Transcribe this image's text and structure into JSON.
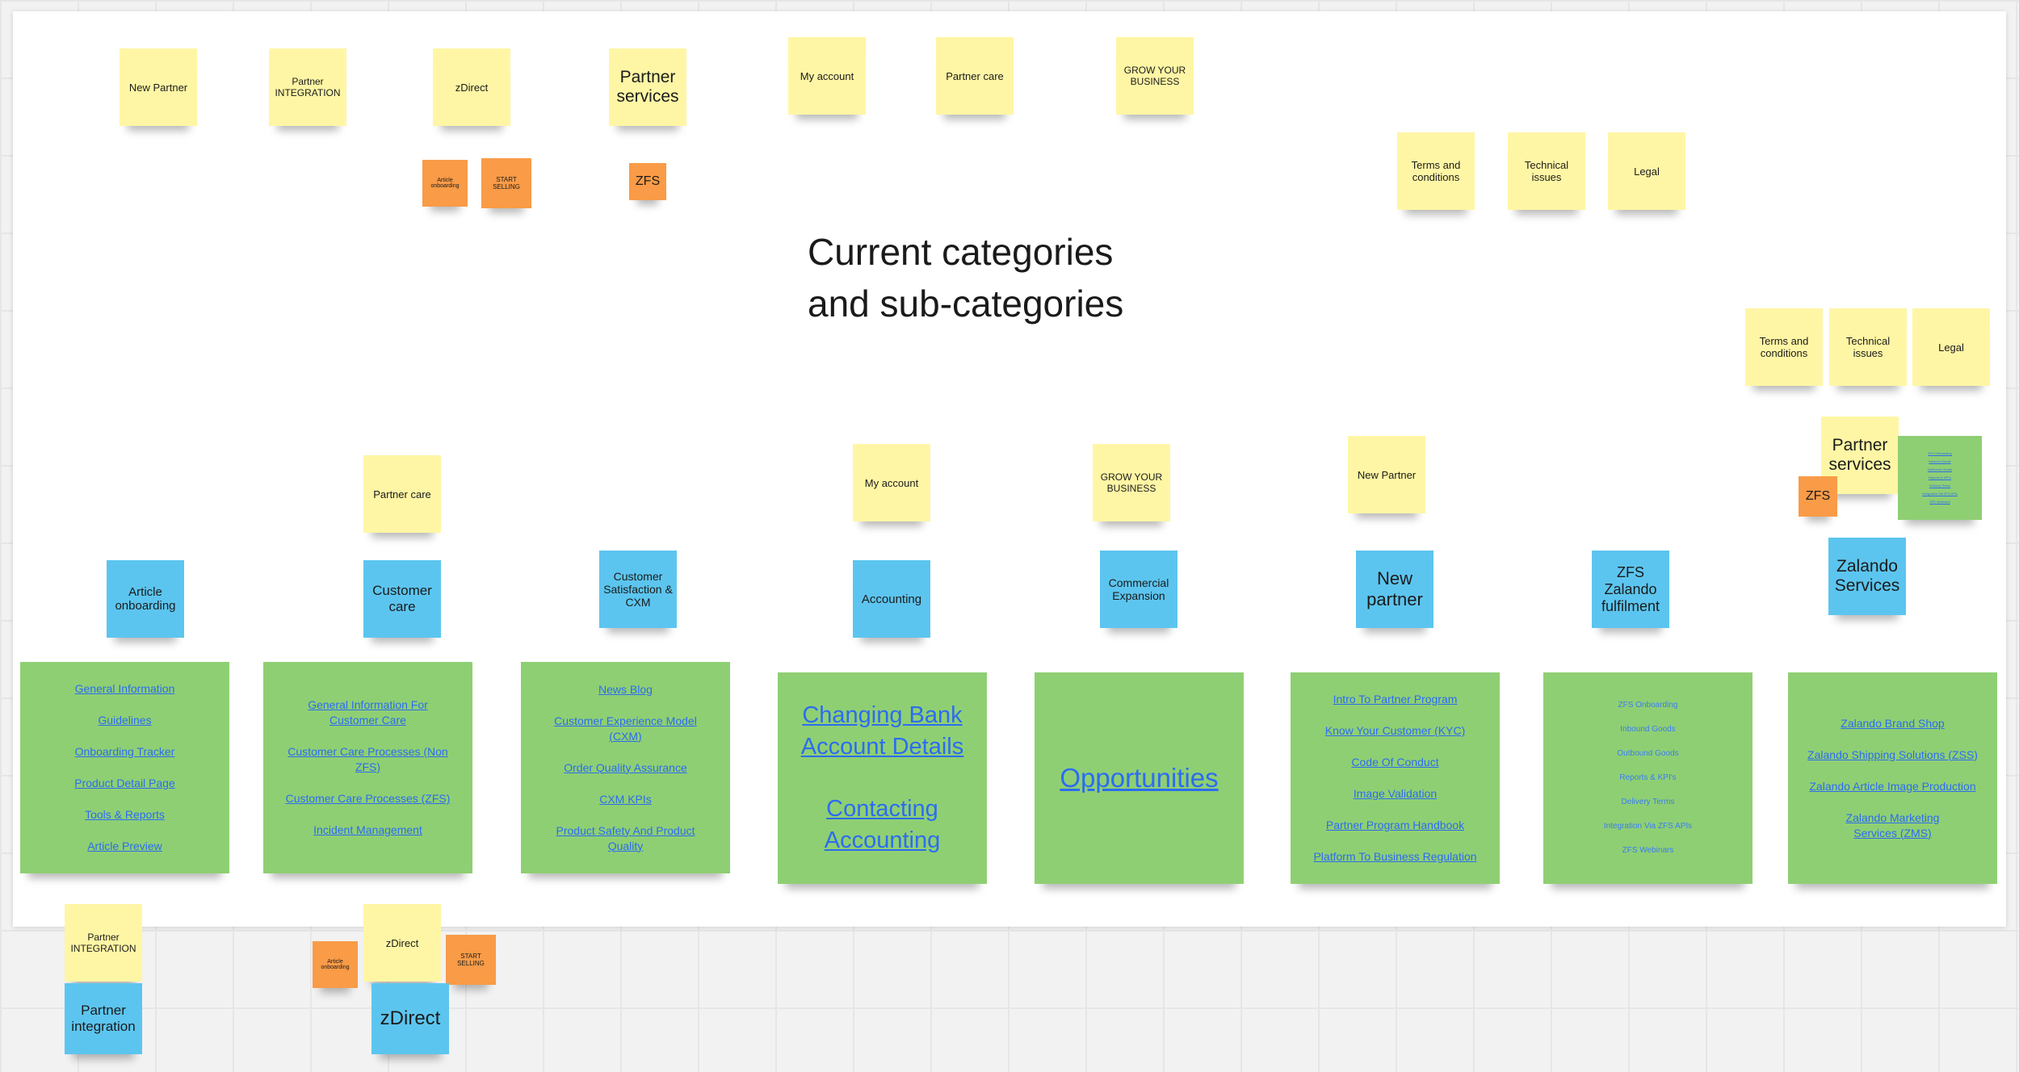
{
  "board": {
    "title_line1": "Current categories",
    "title_line2": "and sub-categories"
  },
  "colors": {
    "yellow": "#fff6a5",
    "orange": "#f99b47",
    "blue": "#5cc5ef",
    "green": "#8fcf73",
    "link": "#2b6df0"
  },
  "notes": {
    "top_new_partner": "New Partner",
    "top_partner_integration": "Partner INTEGRATION",
    "top_zdirect": "zDirect",
    "top_partner_services": "Partner services",
    "top_my_account": "My account",
    "top_partner_care": "Partner care",
    "top_grow_your_business": "GROW YOUR BUSINESS",
    "top_article_onboarding": "Article onboarding",
    "top_start_selling": "START SELLING",
    "top_zfs": "ZFS",
    "tr_terms": "Terms and conditions",
    "tr_technical": "Technical issues",
    "tr_legal": "Legal",
    "r_terms": "Terms and conditions",
    "r_technical": "Technical issues",
    "r_legal": "Legal",
    "r_partner_services": "Partner services",
    "r_zfs": "ZFS",
    "mid_partner_care": "Partner care",
    "mid_my_account": "My account",
    "mid_grow_your_business": "GROW YOUR BUSINESS",
    "mid_new_partner": "New Partner",
    "bot_partner_integration": "Partner INTEGRATION",
    "bot_zdirect_small": "zDirect",
    "bot_article_onboarding": "Article onboarding",
    "bot_start_selling": "START SELLING"
  },
  "categories": {
    "article_onboarding": "Article onboarding",
    "customer_care": "Customer care",
    "customer_satisfaction": "Customer Satisfaction & CXM",
    "accounting": "Accounting",
    "commercial_expansion": "Commercial Expansion",
    "new_partner": "New partner",
    "zfs": "ZFS Zalando fulfilment",
    "zalando_services": "Zalando Services",
    "partner_integration": "Partner integration",
    "zdirect": "zDirect"
  },
  "subcategories": {
    "article_onboarding": [
      "General Information",
      "Guidelines",
      "Onboarding Tracker",
      "Product Detail Page",
      "Tools & Reports",
      "Article Preview"
    ],
    "customer_care": [
      "General Information For Customer Care",
      "Customer Care Processes (Non ZFS)",
      "Customer Care Processes (ZFS)",
      "Incident Management"
    ],
    "customer_satisfaction": [
      "News Blog",
      "Customer Experience Model (CXM)",
      "Order Quality Assurance",
      "CXM KPIs",
      "Product Safety And Product Quality"
    ],
    "accounting": [
      "Changing Bank Account Details",
      "Contacting Accounting"
    ],
    "commercial_expansion": [
      "Opportunities"
    ],
    "new_partner": [
      "Intro To Partner Program",
      "Know Your Customer (KYC)",
      "Code Of Conduct",
      "Image Validation",
      "Partner Program Handbook",
      "Platform To Business Regulation"
    ],
    "zfs": [
      "ZFS Onboarding",
      "Inbound Goods",
      "Outbound Goods",
      "Reports & KPI's",
      "Delivery Terms",
      "Integration Via ZFS APIs",
      "ZFS Webinars"
    ],
    "zalando_services": [
      "Zalando Brand Shop",
      "Zalando Shipping Solutions (ZSS)",
      "Zalando Article Image Production",
      "Zalando Marketing Services (ZMS)"
    ],
    "partner_services_small": [
      "ZFS Onboarding",
      "Inbound Goods",
      "Outbound Goods",
      "Reports & KPI's",
      "Delivery Terms",
      "Integration Via ZFS APIs",
      "ZFS Webinars"
    ]
  }
}
